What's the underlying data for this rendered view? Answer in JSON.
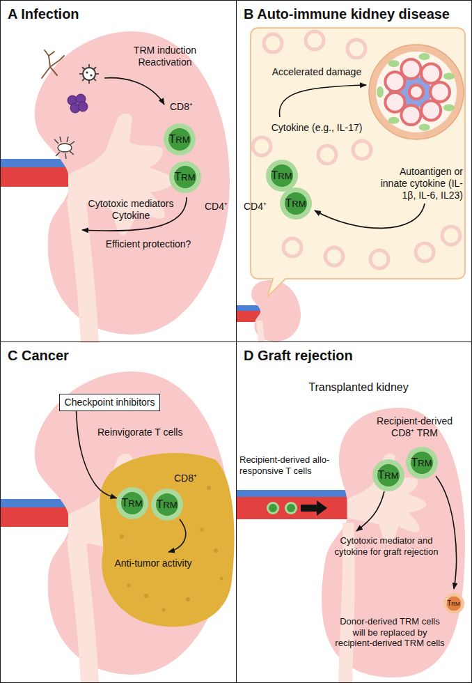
{
  "diagram": {
    "nodes": [
      {
        "text": [
          "A Infection"
        ]
      },
      {
        "text": [
          "TRM"
        ],
        "in": 0
      },
      {
        "text": [
          "TRM"
        ],
        "in": 0
      },
      {
        "text": [
          "B Auto-immune kidney disease"
        ]
      },
      {
        "text": [
          "TRM"
        ],
        "in": 3
      },
      {
        "text": [
          "TRM"
        ],
        "in": 3
      },
      {
        "text": [
          "C Cancer"
        ]
      },
      {
        "text": [
          "Checkpoint inhibitors"
        ],
        "in": 6
      },
      {
        "text": [
          "TRM"
        ],
        "in": 6
      },
      {
        "text": [
          "TRM"
        ],
        "in": 6
      },
      {
        "text": [
          "D Graft rejection"
        ]
      },
      {
        "text": [
          "TRM"
        ],
        "in": 10
      },
      {
        "text": [
          "TRM"
        ],
        "in": 10
      },
      {
        "text": [
          "TRM"
        ],
        "in": 10
      }
    ],
    "edges": [
      {
        "from": 7,
        "to": 8,
        "label": "Reinvigorate T cells",
        "arrow": "to"
      }
    ],
    "labels": [
      "TRM induction Reactivation",
      "CD8⁺",
      "Cytotoxic mediators Cytokine",
      "CD4⁺",
      "Efficient protection?",
      "Accelerated damage",
      "Cytokine (e.g., IL-17)",
      "Autoantigen or innate cytokine (IL-1β, IL-6, IL23)",
      "CD4⁺",
      "CD8⁺",
      "Anti-tumor activity",
      "Transplanted kidney",
      "Recipient-derived CD8⁺ TRM",
      "Recipient-derived allo-responsive T cells",
      "Cytotoxic mediator and cytokine for graft rejection",
      "Donor-derived TRM cells will be replaced by recipient-derived TRM cells"
    ]
  }
}
